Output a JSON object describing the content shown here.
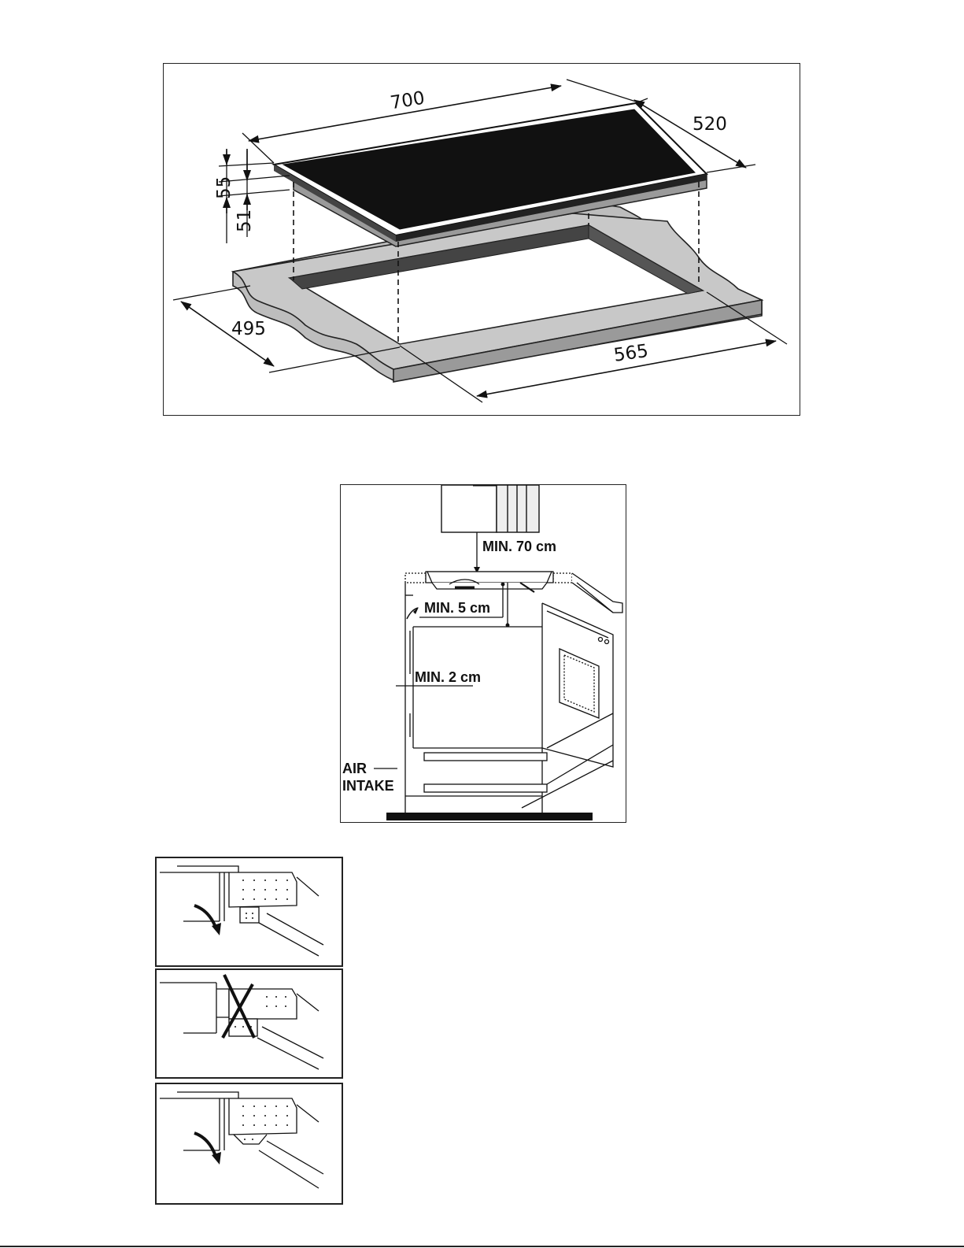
{
  "hob_dimensions": {
    "width": "700",
    "depth": "520",
    "height_total": "55",
    "height_inner": "51",
    "cutout_depth": "495",
    "cutout_width": "565"
  },
  "ventilation": {
    "min_hood": "MIN. 70 cm",
    "min_gap_top": "MIN. 5 cm",
    "min_gap_rear": "MIN. 2 cm",
    "air_intake_line1": "AIR",
    "air_intake_line2": "INTAKE"
  }
}
